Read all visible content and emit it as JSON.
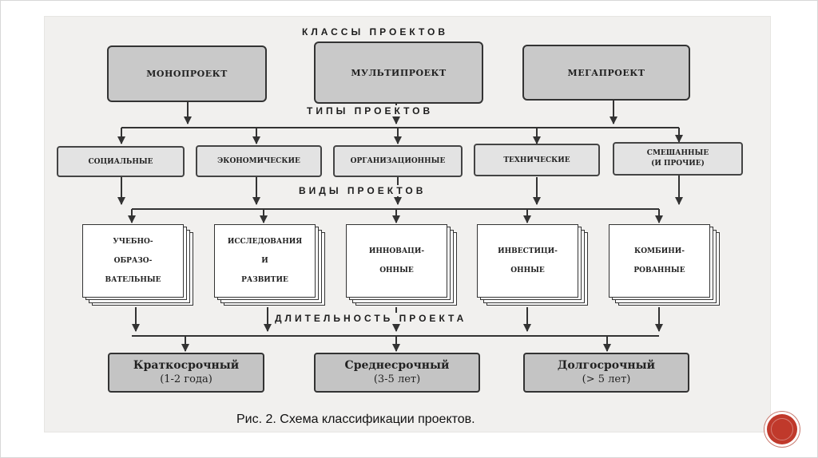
{
  "levels": {
    "classes": "КЛАССЫ ПРОЕКТОВ",
    "types": "ТИПЫ ПРОЕКТОВ",
    "kinds": "ВИДЫ ПРОЕКТОВ",
    "duration": "ДЛИТЕЛЬНОСТЬ ПРОЕКТА"
  },
  "classes": [
    "МОНОПРОЕКТ",
    "МУЛЬТИПРОЕКТ",
    "МЕГАПРОЕКТ"
  ],
  "types": [
    "СОЦИАЛЬНЫЕ",
    "ЭКОНОМИЧЕСКИЕ",
    "ОРГАНИЗАЦИОННЫЕ",
    "ТЕХНИЧЕСКИЕ",
    "СМЕШАННЫЕ\n(И ПРОЧИЕ)"
  ],
  "kinds": [
    "УЧЕБНО-\nОБРАЗО-\nВАТЕЛЬНЫЕ",
    "ИССЛЕДОВАНИЯ\nИ\nРАЗВИТИЕ",
    "ИННОВАЦИ-\nОННЫЕ",
    "ИНВЕСТИЦИ-\nОННЫЕ",
    "КОМБИНИ-\nРОВАННЫЕ"
  ],
  "durations": [
    {
      "title": "Краткосрочный",
      "sub": "(1-2 года)"
    },
    {
      "title": "Среднесрочный",
      "sub": "(3-5 лет)"
    },
    {
      "title": "Долгосрочный",
      "sub": "(> 5 лет)"
    }
  ],
  "caption": "Рис. 2. Схема классификации проектов.",
  "colors": {
    "class_fill": "#c9c9c9",
    "type_fill": "#e3e3e3",
    "duration_fill": "#c4c4c4",
    "badge": "#c0392b"
  }
}
